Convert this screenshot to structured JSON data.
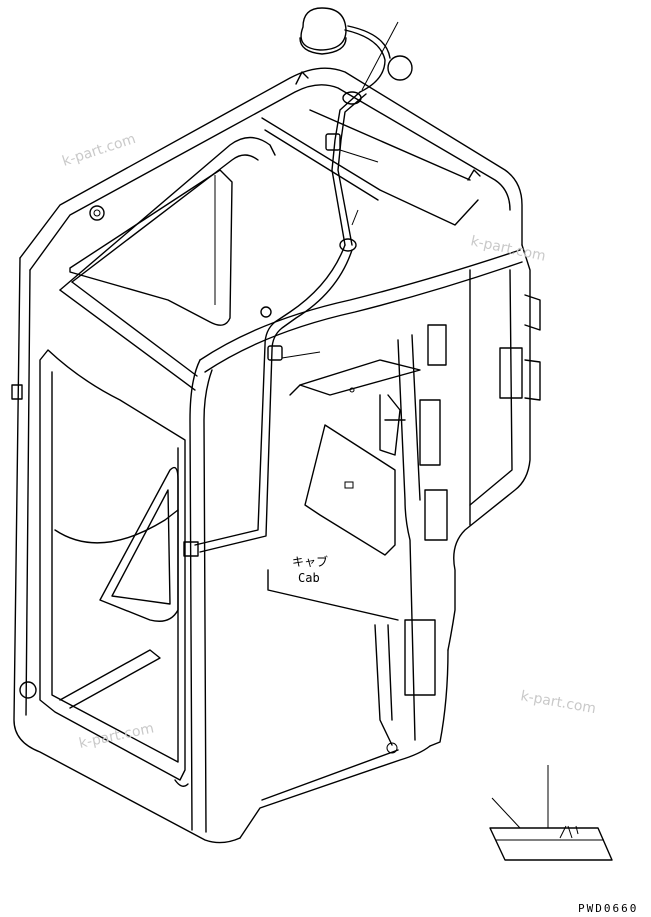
{
  "watermarks": [
    "k-part.com",
    "k-part.com",
    "k-part.com",
    "k-part.com"
  ],
  "part_label": {
    "jp": "キャブ",
    "en": "Cab"
  },
  "drawing_code": "PWD0660"
}
